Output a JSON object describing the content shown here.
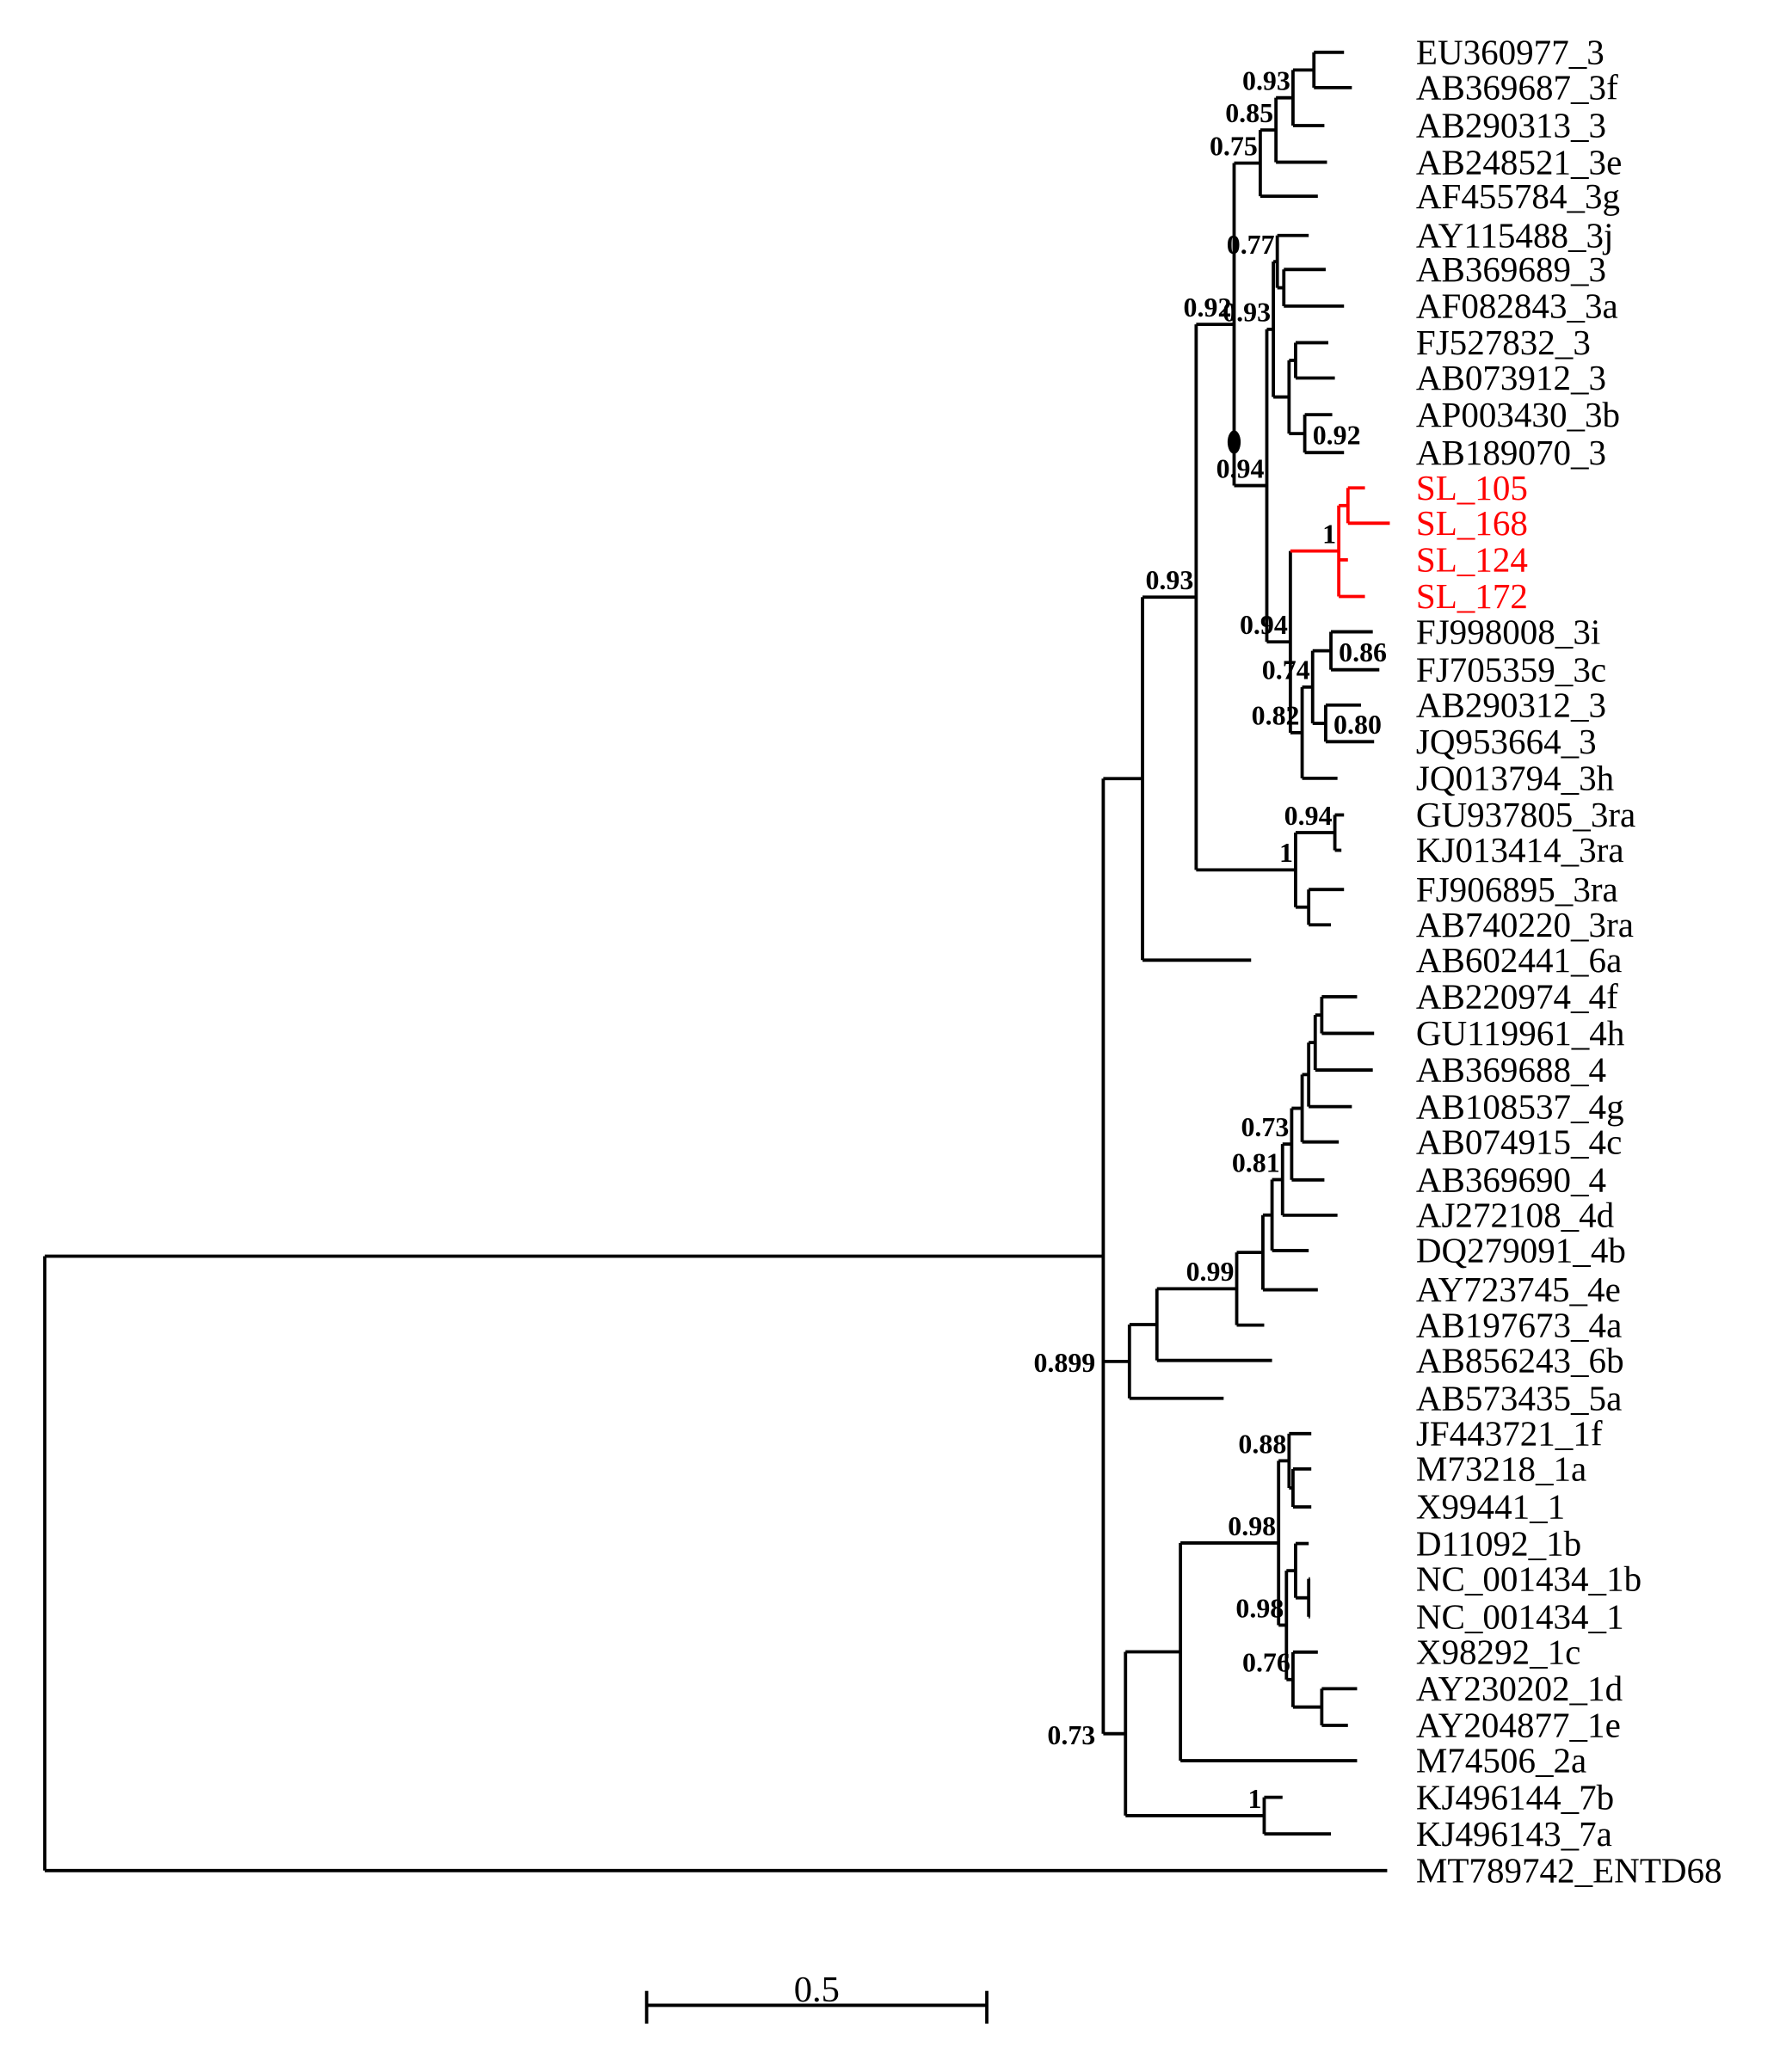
{
  "colors": {
    "branch": "#000000",
    "highlight": "#ff0000"
  },
  "leaves": [
    {
      "label": "EU360977_3"
    },
    {
      "label": "AB369687_3f"
    },
    {
      "label": "AB290313_3"
    },
    {
      "label": "AB248521_3e"
    },
    {
      "label": "AF455784_3g"
    },
    {
      "label": "AY115488_3j"
    },
    {
      "label": "AB369689_3"
    },
    {
      "label": "AF082843_3a"
    },
    {
      "label": "FJ527832_3"
    },
    {
      "label": "AB073912_3"
    },
    {
      "label": "AP003430_3b"
    },
    {
      "label": "AB189070_3"
    },
    {
      "label": "SL_105",
      "highlight": true
    },
    {
      "label": "SL_168",
      "highlight": true
    },
    {
      "label": "SL_124",
      "highlight": true
    },
    {
      "label": "SL_172",
      "highlight": true
    },
    {
      "label": "FJ998008_3i"
    },
    {
      "label": "FJ705359_3c"
    },
    {
      "label": "AB290312_3"
    },
    {
      "label": "JQ953664_3"
    },
    {
      "label": "JQ013794_3h"
    },
    {
      "label": "GU937805_3ra"
    },
    {
      "label": "KJ013414_3ra"
    },
    {
      "label": "FJ906895_3ra"
    },
    {
      "label": "AB740220_3ra"
    },
    {
      "label": "AB602441_6a"
    },
    {
      "label": "AB220974_4f"
    },
    {
      "label": "GU119961_4h"
    },
    {
      "label": "AB369688_4"
    },
    {
      "label": "AB108537_4g"
    },
    {
      "label": "AB074915_4c"
    },
    {
      "label": "AB369690_4"
    },
    {
      "label": "AJ272108_4d"
    },
    {
      "label": "DQ279091_4b"
    },
    {
      "label": "AY723745_4e"
    },
    {
      "label": "AB197673_4a"
    },
    {
      "label": "AB856243_6b"
    },
    {
      "label": "AB573435_5a"
    },
    {
      "label": "JF443721_1f"
    },
    {
      "label": "M73218_1a"
    },
    {
      "label": "X99441_1"
    },
    {
      "label": "D11092_1b"
    },
    {
      "label": "NC_001434_1b"
    },
    {
      "label": "NC_001434_1"
    },
    {
      "label": "X98292_1c"
    },
    {
      "label": "AY230202_1d"
    },
    {
      "label": "AY204877_1e"
    },
    {
      "label": "M74506_2a"
    },
    {
      "label": "KJ496144_7b"
    },
    {
      "label": "KJ496143_7a"
    },
    {
      "label": "MT789742_ENTD68"
    }
  ],
  "supports": [
    "0.93",
    "0.92",
    "1",
    "0.75",
    "0.85",
    "0.93",
    "0.94",
    "0.93",
    "0.77",
    "0.92",
    "0.94",
    "1",
    "0.82",
    "0.74",
    "0.86",
    "0.80",
    "0.94",
    "0.899",
    "0.99",
    "0.81",
    "0.73",
    "0.73",
    "0.98",
    "0.88",
    "0.98",
    "0.76",
    "1"
  ],
  "scale_bar": {
    "label": "0.5",
    "length": 0.5
  }
}
